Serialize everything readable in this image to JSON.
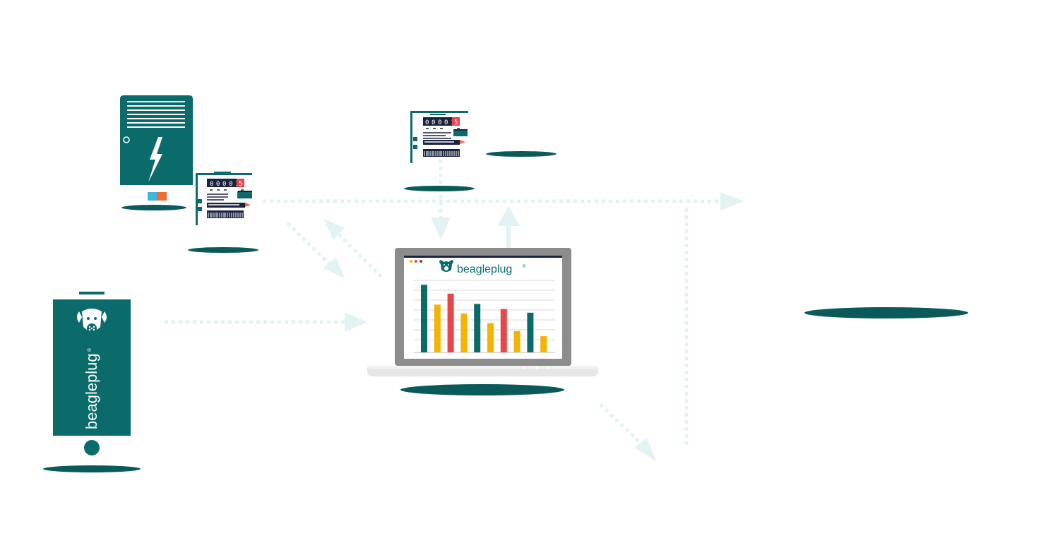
{
  "brand": {
    "name": "beagleplug",
    "trademark": "®"
  },
  "meter_top": {
    "digits": [
      "0",
      "0",
      "0",
      "0",
      "1"
    ],
    "last_digit": "5"
  },
  "meter_left": {
    "digits": [
      "0",
      "0",
      "0",
      "0",
      "1"
    ],
    "last_digit": "5"
  },
  "chart_data": {
    "type": "bar",
    "title": "",
    "xlabel": "",
    "ylabel": "",
    "grid": true,
    "series_colors": [
      "#0b6b6b",
      "#f4b400",
      "#e8464b",
      "#f4b400",
      "#0b6b6b",
      "#f4b400",
      "#e8464b",
      "#f4b400",
      "#0b6b6b",
      "#f4b400"
    ],
    "values": [
      92,
      65,
      80,
      53,
      66,
      40,
      59,
      29,
      54,
      22
    ],
    "ylim": [
      0,
      100
    ]
  },
  "colors": {
    "teal": "#0b6b6b",
    "dark_teal": "#0a5a5a",
    "arrow": "#e3f3f3",
    "red": "#e8464b",
    "yellow": "#f4b400",
    "blue": "#3fb6e0",
    "orange": "#f06b3a",
    "navy": "#1b2340",
    "laptop_body": "#8c8c8c",
    "laptop_base": "#e6e6e6"
  },
  "icons": [
    "power-cabinet-icon",
    "electric-meter-icon",
    "laptop-dashboard-icon",
    "charging-station-icon",
    "beagle-logo-icon",
    "lightning-bolt-icon"
  ]
}
